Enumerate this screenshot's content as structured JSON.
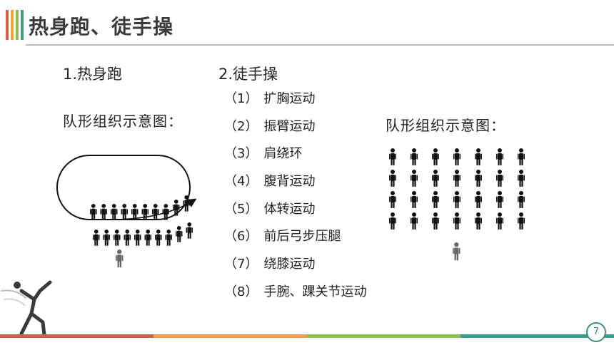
{
  "title": "热身跑、徒手操",
  "colors": {
    "title_bars": [
      "#e2574c",
      "#f2a13b",
      "#8cc152",
      "#3b9e8c"
    ],
    "bottom_bar": [
      "#e2574c",
      "#f2a13b",
      "#8cc152",
      "#3b9e8c"
    ],
    "figure": "#111111",
    "teacher_figure": "#666666",
    "accent": "#3d8c7f"
  },
  "section1": {
    "heading": "1.热身跑",
    "caption": "队形组织示意图："
  },
  "section2": {
    "heading": "2.徒手操",
    "items": [
      {
        "num": "（1）",
        "text": "扩胸运动"
      },
      {
        "num": "（2）",
        "text": "振臂运动"
      },
      {
        "num": "（3）",
        "text": "肩绕环"
      },
      {
        "num": "（4）",
        "text": "腹背运动"
      },
      {
        "num": "（5）",
        "text": "体转运动"
      },
      {
        "num": "（6）",
        "text": "前后弓步压腿"
      },
      {
        "num": "（7）",
        "text": "绕膝运动"
      },
      {
        "num": "（8）",
        "text": "手腕、踝关节运动"
      }
    ],
    "caption": "队形组织示意图："
  },
  "formation": {
    "rows": 4,
    "columns": 7
  },
  "page_number": "7"
}
